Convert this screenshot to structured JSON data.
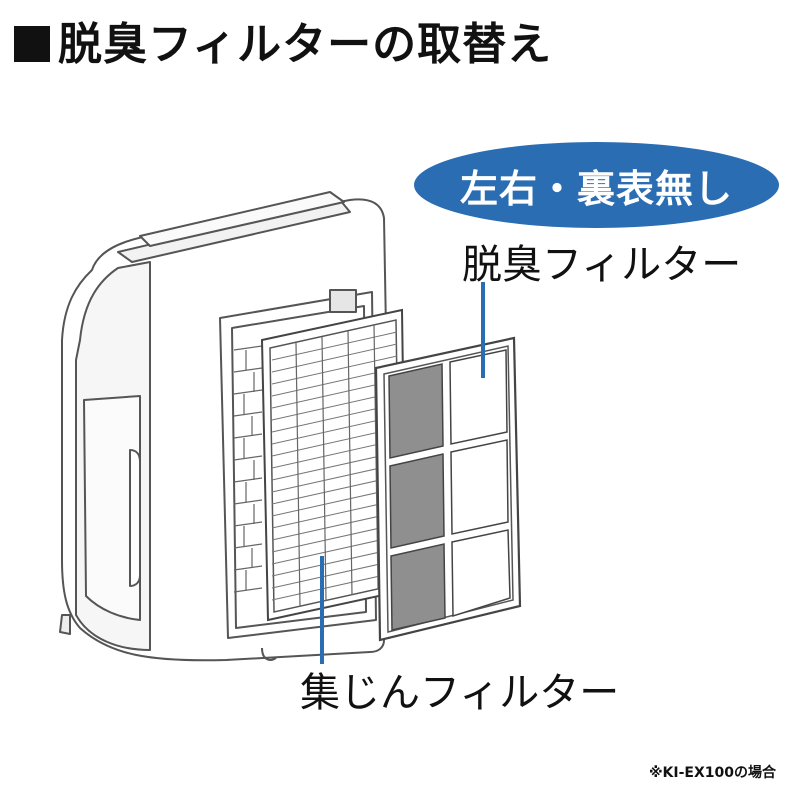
{
  "title": "脱臭フィルターの取替え",
  "badge": "左右・裏表無し",
  "labels": {
    "deodorizing_filter": "脱臭フィルター",
    "dust_filter": "集じんフィルター"
  },
  "note": "※KI-EX100の場合",
  "colors": {
    "badge_fill": "#2a6db3",
    "leader_line": "#2a6db3",
    "outline": "#555555",
    "panel_gray": "#8f8f8f"
  }
}
